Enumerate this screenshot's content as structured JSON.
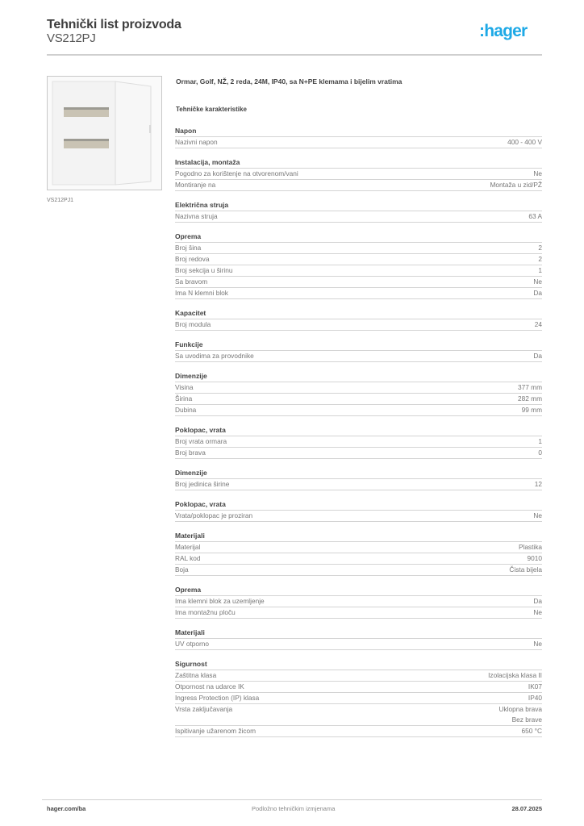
{
  "header": {
    "title": "Tehnički list proizvoda",
    "product_code": "VS212PJ",
    "logo_text": ":hager",
    "logo_color": "#1ea9e6"
  },
  "image": {
    "caption": "VS212PJ1",
    "alt": "product-photo-cabinet"
  },
  "product": {
    "description": "Ormar, Golf, NŽ, 2 reda, 24M, IP40, sa N+PE klemama i bijelim vratima",
    "section_title": "Tehničke karakteristike"
  },
  "groups": [
    {
      "title": "Napon",
      "rows": [
        {
          "label": "Nazivni napon",
          "value": "400 - 400 V"
        }
      ]
    },
    {
      "title": "Instalacija, montaža",
      "rows": [
        {
          "label": "Pogodno za korištenje na otvorenom/vani",
          "value": "Ne"
        },
        {
          "label": "Montiranje na",
          "value": "Montaža u zid/PŽ"
        }
      ]
    },
    {
      "title": "Električna struja",
      "rows": [
        {
          "label": "Nazivna struja",
          "value": "63 A"
        }
      ]
    },
    {
      "title": "Oprema",
      "rows": [
        {
          "label": "Broj šina",
          "value": "2"
        },
        {
          "label": "Broj redova",
          "value": "2"
        },
        {
          "label": "Broj sekcija u širinu",
          "value": "1"
        },
        {
          "label": "Sa bravom",
          "value": "Ne"
        },
        {
          "label": "Ima N klemni blok",
          "value": "Da"
        }
      ]
    },
    {
      "title": "Kapacitet",
      "rows": [
        {
          "label": "Broj modula",
          "value": "24"
        }
      ]
    },
    {
      "title": "Funkcije",
      "rows": [
        {
          "label": "Sa uvodima za provodnike",
          "value": "Da"
        }
      ]
    },
    {
      "title": "Dimenzije",
      "rows": [
        {
          "label": "Visina",
          "value": "377 mm"
        },
        {
          "label": "Širina",
          "value": "282 mm"
        },
        {
          "label": "Dubina",
          "value": "99 mm"
        }
      ]
    },
    {
      "title": "Poklopac, vrata",
      "rows": [
        {
          "label": "Broj vrata ormara",
          "value": "1"
        },
        {
          "label": "Broj brava",
          "value": "0"
        }
      ]
    },
    {
      "title": "Dimenzije",
      "rows": [
        {
          "label": "Broj jedinica širine",
          "value": "12"
        }
      ]
    },
    {
      "title": "Poklopac, vrata",
      "rows": [
        {
          "label": "Vrata/poklopac je proziran",
          "value": "Ne"
        }
      ]
    },
    {
      "title": "Materijali",
      "rows": [
        {
          "label": "Materijal",
          "value": "Plastika"
        },
        {
          "label": "RAL kod",
          "value": "9010"
        },
        {
          "label": "Boja",
          "value": "Čista bijela"
        }
      ]
    },
    {
      "title": "Oprema",
      "rows": [
        {
          "label": "Ima klemni blok za uzemljenje",
          "value": "Da"
        },
        {
          "label": "Ima montažnu ploču",
          "value": "Ne"
        }
      ]
    },
    {
      "title": "Materijali",
      "rows": [
        {
          "label": "UV otporno",
          "value": "Ne"
        }
      ]
    },
    {
      "title": "Sigurnost",
      "rows": [
        {
          "label": "Zaštitna klasa",
          "value": "Izolacijska klasa II"
        },
        {
          "label": "Otpornost na udarce IK",
          "value": "IK07"
        },
        {
          "label": "Ingress Protection (IP) klasa",
          "value": "IP40"
        },
        {
          "label": "Vrsta zaključavanja",
          "value": "Uklopna brava\nBez brave"
        },
        {
          "label": "Ispitivanje užarenom žicom",
          "value": "650 °C"
        }
      ]
    }
  ],
  "footer": {
    "website": "hager.com/ba",
    "note": "Podložno tehničkim izmjenama",
    "date": "28.07.2025"
  }
}
